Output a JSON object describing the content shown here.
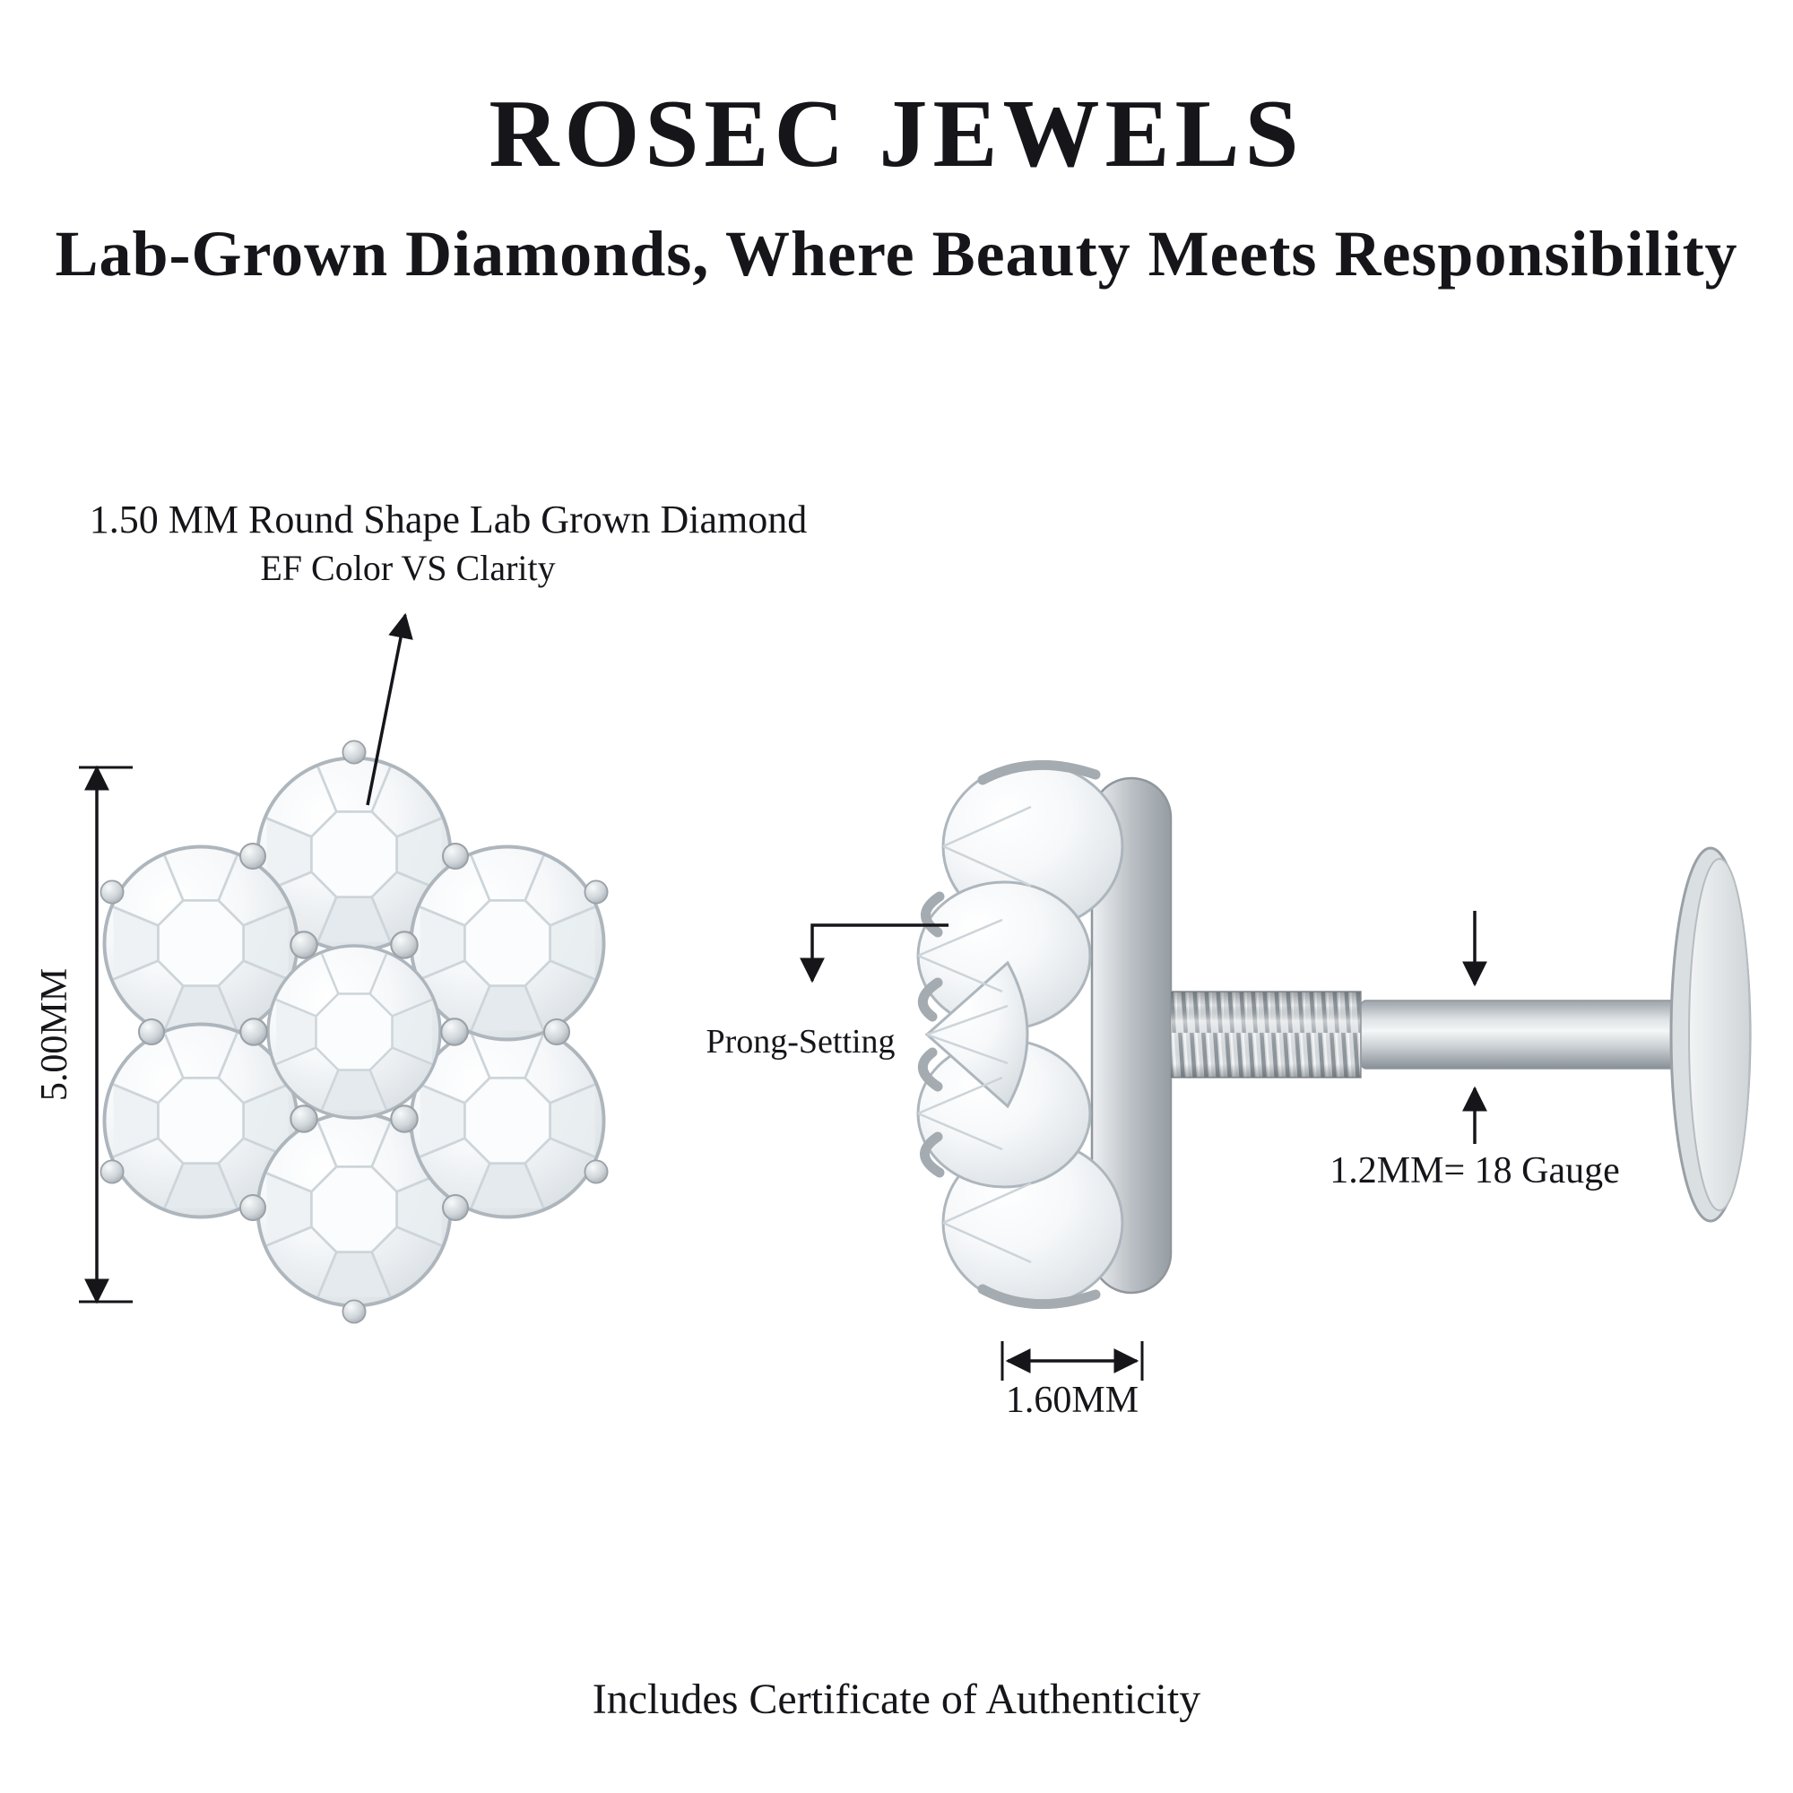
{
  "header": {
    "brand": "ROSEC JEWELS",
    "tagline": "Lab-Grown Diamonds, Where Beauty Meets Responsibility"
  },
  "front_view": {
    "stone_annotation_line1": "1.50 MM Round Shape Lab Grown Diamond",
    "stone_annotation_line2": "EF Color VS Clarity",
    "height_dimension": "5.00MM"
  },
  "side_view": {
    "prong_label": "Prong-Setting",
    "gauge_label": "1.2MM= 18 Gauge",
    "width_dimension": "1.60MM"
  },
  "footer": {
    "certificate_note": "Includes Certificate of Authenticity"
  },
  "colors": {
    "text": "#15151a",
    "metal": "#b6bcc1",
    "diamond_outline": "#aeb6bd",
    "background": "#ffffff"
  }
}
